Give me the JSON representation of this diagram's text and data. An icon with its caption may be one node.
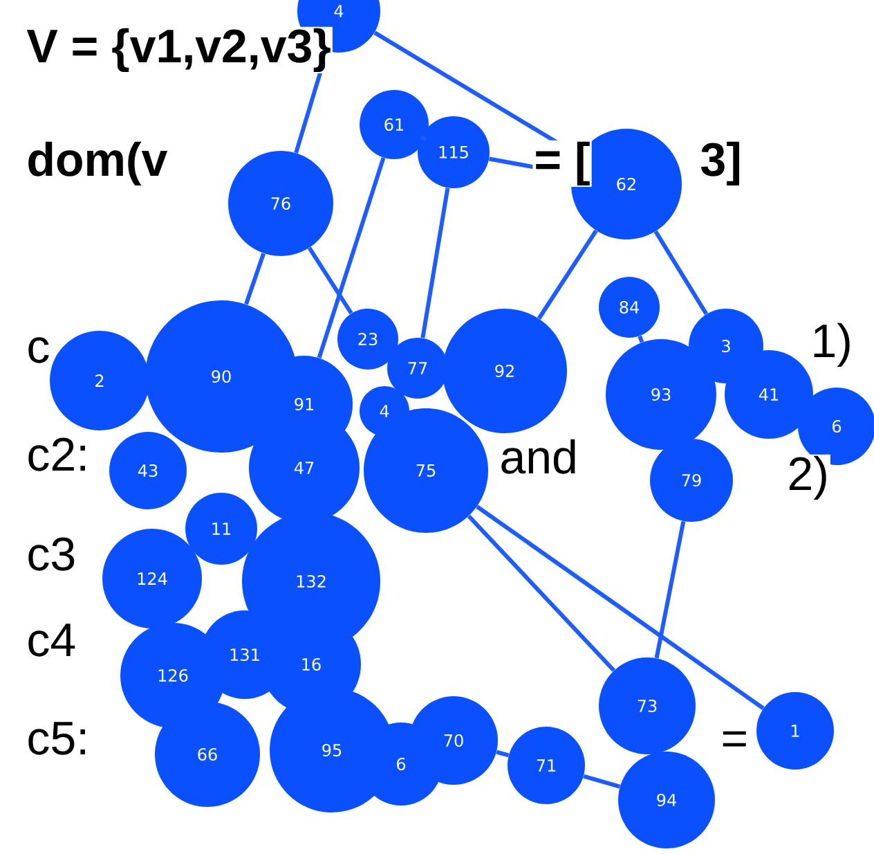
{
  "diagram": {
    "nodes": [
      {
        "text": [
          "4"
        ]
      },
      {
        "text": [
          "61"
        ]
      },
      {
        "text": [
          "115"
        ]
      },
      {
        "text": [
          "62"
        ]
      },
      {
        "text": [
          "76"
        ]
      },
      {
        "text": [
          "84"
        ]
      },
      {
        "text": [
          "2"
        ]
      },
      {
        "text": [
          "90"
        ]
      },
      {
        "text": [
          "23"
        ]
      },
      {
        "text": [
          "77"
        ]
      },
      {
        "text": [
          "92"
        ]
      },
      {
        "text": [
          "3"
        ]
      },
      {
        "text": [
          "93"
        ]
      },
      {
        "text": [
          "41"
        ]
      },
      {
        "text": [
          "6"
        ]
      },
      {
        "text": [
          "91"
        ]
      },
      {
        "text": [
          "4"
        ]
      },
      {
        "text": [
          "43"
        ]
      },
      {
        "text": [
          "47"
        ]
      },
      {
        "text": [
          "75"
        ]
      },
      {
        "text": [
          "79"
        ]
      },
      {
        "text": [
          "11"
        ]
      },
      {
        "text": [
          "124"
        ]
      },
      {
        "text": [
          "132"
        ]
      },
      {
        "text": [
          "126"
        ]
      },
      {
        "text": [
          "131"
        ]
      },
      {
        "text": [
          "16"
        ]
      },
      {
        "text": [
          "73"
        ]
      },
      {
        "text": [
          "1"
        ]
      },
      {
        "text": [
          "66"
        ]
      },
      {
        "text": [
          "95"
        ]
      },
      {
        "text": [
          "6"
        ]
      },
      {
        "text": [
          "70"
        ]
      },
      {
        "text": [
          "71"
        ]
      },
      {
        "text": [
          "94"
        ]
      }
    ],
    "edges": [
      {
        "from": 0,
        "to": 4,
        "arrow": "none"
      },
      {
        "from": 0,
        "to": 3,
        "arrow": "none"
      },
      {
        "from": 1,
        "to": 2,
        "arrow": "none"
      },
      {
        "from": 2,
        "to": 3,
        "arrow": "none"
      },
      {
        "from": 4,
        "to": 7,
        "arrow": "none"
      },
      {
        "from": 4,
        "to": 8,
        "arrow": "none"
      },
      {
        "from": 1,
        "to": 15,
        "arrow": "none"
      },
      {
        "from": 2,
        "to": 9,
        "arrow": "none"
      },
      {
        "from": 3,
        "to": 10,
        "arrow": "none"
      },
      {
        "from": 3,
        "to": 11,
        "arrow": "none"
      },
      {
        "from": 5,
        "to": 12,
        "arrow": "none"
      },
      {
        "from": 19,
        "to": 27,
        "arrow": "none"
      },
      {
        "from": 19,
        "to": 28,
        "arrow": "none"
      },
      {
        "from": 20,
        "to": 27,
        "arrow": "none"
      },
      {
        "from": 32,
        "to": 33,
        "arrow": "none"
      },
      {
        "from": 33,
        "to": 34,
        "arrow": "none"
      }
    ],
    "labels": [
      "V = {v1,v2,v3}",
      "dom(v",
      "= [",
      "3]",
      "c",
      "1)",
      "c2:",
      "and",
      "2)",
      "c3",
      "c4",
      "c5:",
      "="
    ]
  }
}
